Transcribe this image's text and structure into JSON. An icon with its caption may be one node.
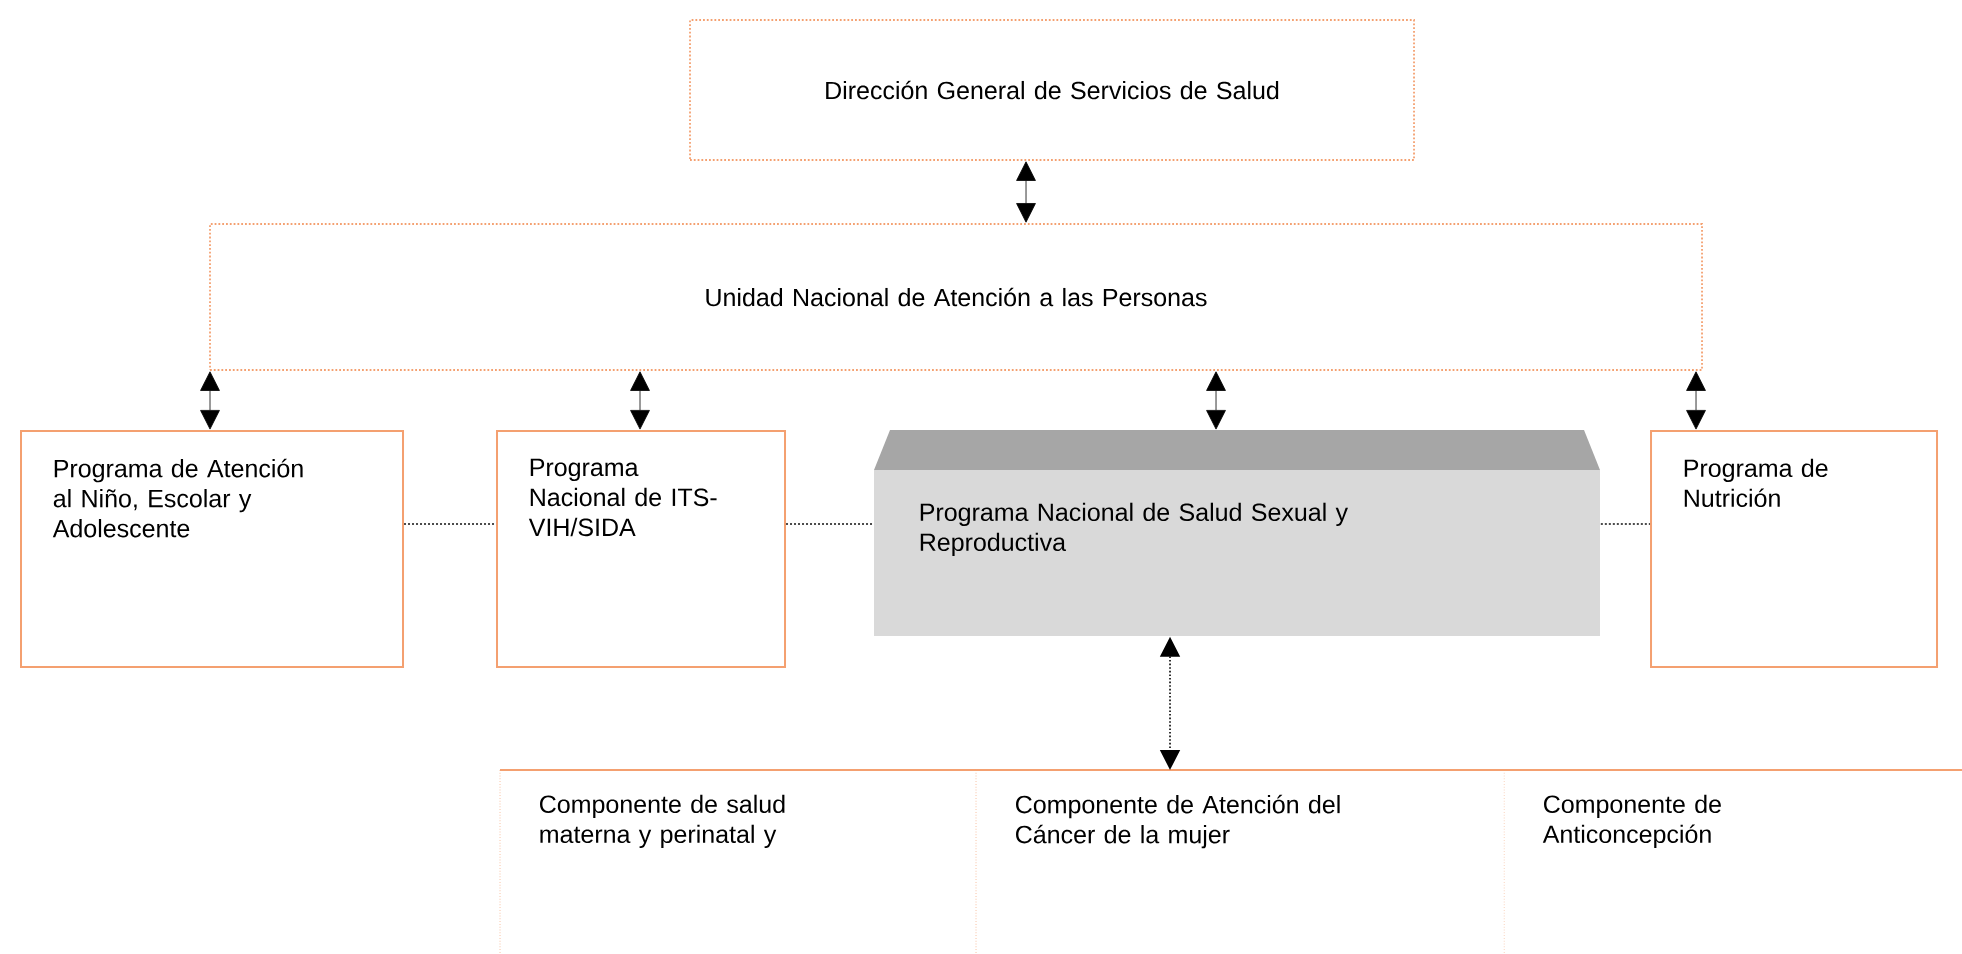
{
  "diagram": {
    "nodes": [
      {
        "text": [
          "Dirección General de Servicios de Salud"
        ]
      },
      {
        "text": [
          "Unidad Nacional de Atención a las Personas"
        ]
      },
      {
        "text": [
          "Programa de Atención al Niño, Escolar y Adolescente"
        ]
      },
      {
        "text": [
          "Programa Nacional de ITS-VIH/SIDA"
        ]
      },
      {
        "text": [
          "Programa Nacional de Salud Sexual y Reproductiva"
        ]
      },
      {
        "text": [
          "Programa de Nutrición"
        ]
      },
      {
        "text": [
          "Componente de salud materna y perinatal y"
        ]
      },
      {
        "text": [
          "Componente de Atención del Cáncer de la mujer"
        ]
      },
      {
        "text": [
          "Componente de Anticoncepción"
        ]
      }
    ],
    "edges": [
      {
        "from": 0,
        "to": 1,
        "arrow": "both"
      },
      {
        "from": 1,
        "to": 2,
        "arrow": "both"
      },
      {
        "from": 1,
        "to": 3,
        "arrow": "both"
      },
      {
        "from": 1,
        "to": 4,
        "arrow": "both"
      },
      {
        "from": 1,
        "to": 5,
        "arrow": "both"
      },
      {
        "from": 2,
        "to": 3,
        "arrow": "none",
        "style": "dashed"
      },
      {
        "from": 3,
        "to": 4,
        "arrow": "none",
        "style": "dashed"
      },
      {
        "from": 4,
        "to": 5,
        "arrow": "none",
        "style": "dashed"
      },
      {
        "from": 4,
        "to": 7,
        "arrow": "both",
        "style": "dashed"
      }
    ]
  }
}
